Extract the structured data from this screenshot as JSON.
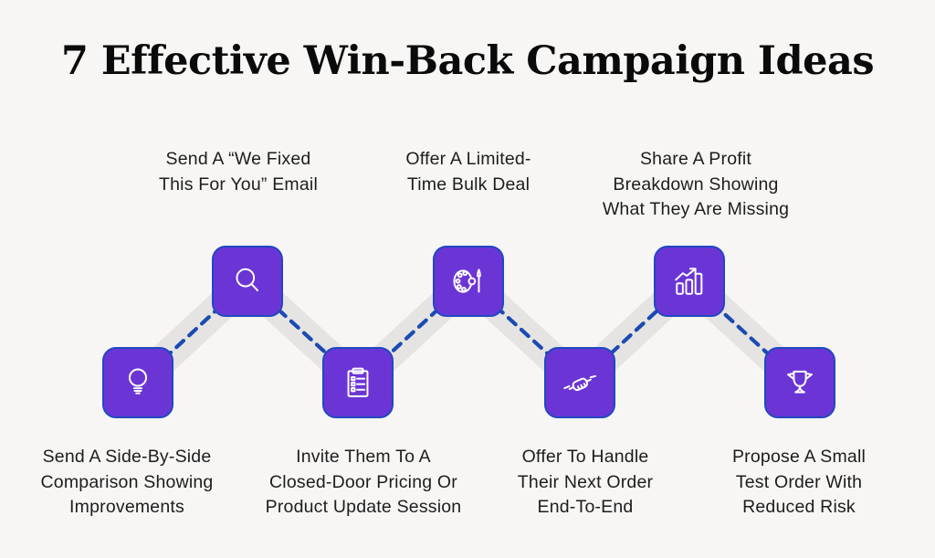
{
  "title": "7 Effective Win-Back Campaign Ideas",
  "colors": {
    "background": "#f7f6f4",
    "box_fill": "#6b35d6",
    "box_border": "#2048c0",
    "dashed_connector": "#1b4ab2",
    "ribbon": "#e5e4e2",
    "icon_stroke": "#ffffff",
    "label_text": "#1d1d1d",
    "title_text": "#0a0a0a"
  },
  "steps": [
    {
      "icon": "lightbulb-icon",
      "position": "bottom",
      "label": "Send A Side-By-Side\nComparison Showing\nImprovements"
    },
    {
      "icon": "magnifier-icon",
      "position": "top",
      "label": "Send A “We Fixed\nThis For You” Email"
    },
    {
      "icon": "checklist-clipboard-icon",
      "position": "bottom",
      "label": "Invite Them To A\nClosed-Door Pricing Or\nProduct Update Session"
    },
    {
      "icon": "palette-brush-icon",
      "position": "top",
      "label": "Offer A Limited-\nTime Bulk Deal"
    },
    {
      "icon": "handshake-icon",
      "position": "bottom",
      "label": "Offer To Handle\nTheir Next Order\nEnd-To-End"
    },
    {
      "icon": "growth-chart-icon",
      "position": "top",
      "label": "Share A Profit\nBreakdown Showing\nWhat They Are Missing"
    },
    {
      "icon": "trophy-icon",
      "position": "bottom",
      "label": "Propose A Small\nTest Order With\nReduced Risk"
    }
  ]
}
